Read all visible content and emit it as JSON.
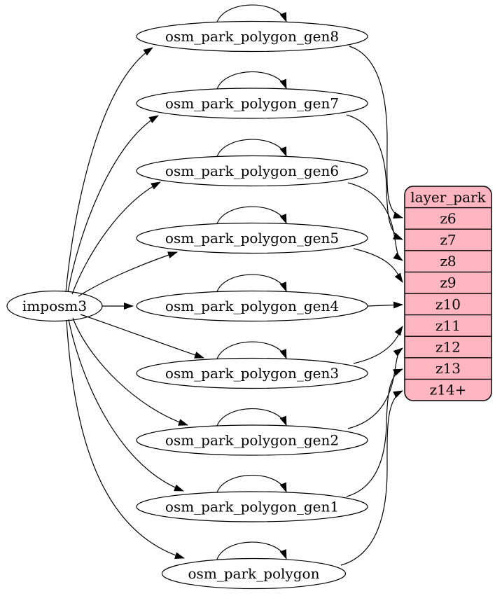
{
  "graph": {
    "background": "#ffffff",
    "colors": {
      "node_fill": "#ffffff",
      "node_stroke": "#000000",
      "edge": "#000000",
      "table_fill": "#ffb6c1",
      "table_stroke": "#000000",
      "text": "#000000"
    },
    "nodes": [
      {
        "id": "imposm3",
        "label": "imposm3"
      },
      {
        "id": "osm_park_polygon_gen8",
        "label": "osm_park_polygon_gen8"
      },
      {
        "id": "osm_park_polygon_gen7",
        "label": "osm_park_polygon_gen7"
      },
      {
        "id": "osm_park_polygon_gen6",
        "label": "osm_park_polygon_gen6"
      },
      {
        "id": "osm_park_polygon_gen5",
        "label": "osm_park_polygon_gen5"
      },
      {
        "id": "osm_park_polygon_gen4",
        "label": "osm_park_polygon_gen4"
      },
      {
        "id": "osm_park_polygon_gen3",
        "label": "osm_park_polygon_gen3"
      },
      {
        "id": "osm_park_polygon_gen2",
        "label": "osm_park_polygon_gen2"
      },
      {
        "id": "osm_park_polygon_gen1",
        "label": "osm_park_polygon_gen1"
      },
      {
        "id": "osm_park_polygon",
        "label": "osm_park_polygon"
      }
    ],
    "table": {
      "id": "layer_park",
      "header": "layer_park",
      "rows": [
        "z6",
        "z7",
        "z8",
        "z9",
        "z10",
        "z11",
        "z12",
        "z13",
        "z14+"
      ]
    },
    "edges": [
      {
        "from": "imposm3",
        "to": "osm_park_polygon_gen8"
      },
      {
        "from": "imposm3",
        "to": "osm_park_polygon_gen7"
      },
      {
        "from": "imposm3",
        "to": "osm_park_polygon_gen6"
      },
      {
        "from": "imposm3",
        "to": "osm_park_polygon_gen5"
      },
      {
        "from": "imposm3",
        "to": "osm_park_polygon_gen4"
      },
      {
        "from": "imposm3",
        "to": "osm_park_polygon_gen3"
      },
      {
        "from": "imposm3",
        "to": "osm_park_polygon_gen2"
      },
      {
        "from": "imposm3",
        "to": "osm_park_polygon_gen1"
      },
      {
        "from": "imposm3",
        "to": "osm_park_polygon"
      },
      {
        "from": "osm_park_polygon_gen8",
        "to": "osm_park_polygon_gen8"
      },
      {
        "from": "osm_park_polygon_gen7",
        "to": "osm_park_polygon_gen7"
      },
      {
        "from": "osm_park_polygon_gen6",
        "to": "osm_park_polygon_gen6"
      },
      {
        "from": "osm_park_polygon_gen5",
        "to": "osm_park_polygon_gen5"
      },
      {
        "from": "osm_park_polygon_gen4",
        "to": "osm_park_polygon_gen4"
      },
      {
        "from": "osm_park_polygon_gen3",
        "to": "osm_park_polygon_gen3"
      },
      {
        "from": "osm_park_polygon_gen2",
        "to": "osm_park_polygon_gen2"
      },
      {
        "from": "osm_park_polygon_gen1",
        "to": "osm_park_polygon_gen1"
      },
      {
        "from": "osm_park_polygon",
        "to": "osm_park_polygon"
      },
      {
        "from": "osm_park_polygon_gen8",
        "to": "layer_park:z6"
      },
      {
        "from": "osm_park_polygon_gen7",
        "to": "layer_park:z7"
      },
      {
        "from": "osm_park_polygon_gen6",
        "to": "layer_park:z8"
      },
      {
        "from": "osm_park_polygon_gen5",
        "to": "layer_park:z9"
      },
      {
        "from": "osm_park_polygon_gen4",
        "to": "layer_park:z10"
      },
      {
        "from": "osm_park_polygon_gen3",
        "to": "layer_park:z11"
      },
      {
        "from": "osm_park_polygon_gen2",
        "to": "layer_park:z12"
      },
      {
        "from": "osm_park_polygon_gen1",
        "to": "layer_park:z13"
      },
      {
        "from": "osm_park_polygon",
        "to": "layer_park:z14+"
      }
    ]
  }
}
